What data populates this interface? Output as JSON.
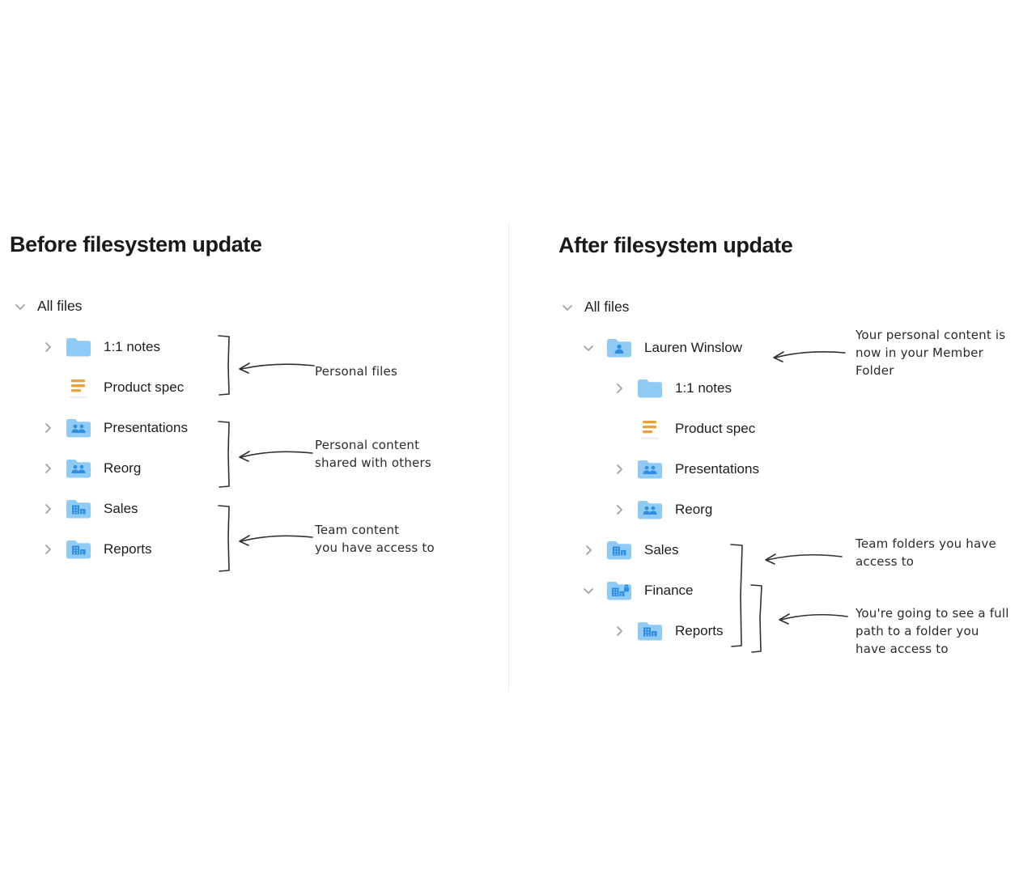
{
  "panels": {
    "before": {
      "title": "Before filesystem update",
      "root": {
        "label": "All files",
        "chevron": "chevron-down-icon"
      },
      "items": [
        {
          "label": "1:1 notes",
          "icon": "folder-icon",
          "chevron": "chevron-right-icon"
        },
        {
          "label": "Product spec",
          "icon": "document-icon",
          "chevron": "none"
        },
        {
          "label": "Presentations",
          "icon": "shared-folder-icon",
          "chevron": "chevron-right-icon"
        },
        {
          "label": "Reorg",
          "icon": "shared-folder-icon",
          "chevron": "chevron-right-icon"
        },
        {
          "label": "Sales",
          "icon": "team-folder-icon",
          "chevron": "chevron-right-icon"
        },
        {
          "label": "Reports",
          "icon": "team-folder-icon",
          "chevron": "chevron-right-icon"
        }
      ],
      "annotations": [
        {
          "text": "Personal files"
        },
        {
          "text": "Personal content\nshared with others"
        },
        {
          "text": "Team content\nyou have access to"
        }
      ]
    },
    "after": {
      "title": "After filesystem update",
      "root": {
        "label": "All files",
        "chevron": "chevron-down-icon"
      },
      "items": [
        {
          "label": "Lauren Winslow",
          "icon": "member-folder-icon",
          "chevron": "chevron-down-icon"
        },
        {
          "label": "1:1 notes",
          "icon": "folder-icon",
          "chevron": "chevron-right-icon"
        },
        {
          "label": "Product spec",
          "icon": "document-icon",
          "chevron": "none"
        },
        {
          "label": "Presentations",
          "icon": "shared-folder-icon",
          "chevron": "chevron-right-icon"
        },
        {
          "label": "Reorg",
          "icon": "shared-folder-icon",
          "chevron": "chevron-right-icon"
        },
        {
          "label": "Sales",
          "icon": "team-folder-icon",
          "chevron": "chevron-right-icon"
        },
        {
          "label": "Finance",
          "icon": "locked-team-folder-icon",
          "chevron": "chevron-down-icon"
        },
        {
          "label": "Reports",
          "icon": "team-folder-icon",
          "chevron": "chevron-right-icon"
        }
      ],
      "annotations": [
        {
          "text": "Your personal content is\nnow in your Member\nFolder"
        },
        {
          "text": "Team folders you have\naccess to"
        },
        {
          "text": "You're going to see a full\npath to a folder you\nhave access to"
        }
      ]
    }
  },
  "colors": {
    "folder_blue": "#8FCBF5",
    "folder_accent": "#3D9AE8",
    "document_orange": "#E8A33D",
    "text_primary": "#1d1d1d",
    "chevron_gray": "#9aa0a6",
    "divider": "#ececec",
    "sketch_ink": "#33312f"
  }
}
